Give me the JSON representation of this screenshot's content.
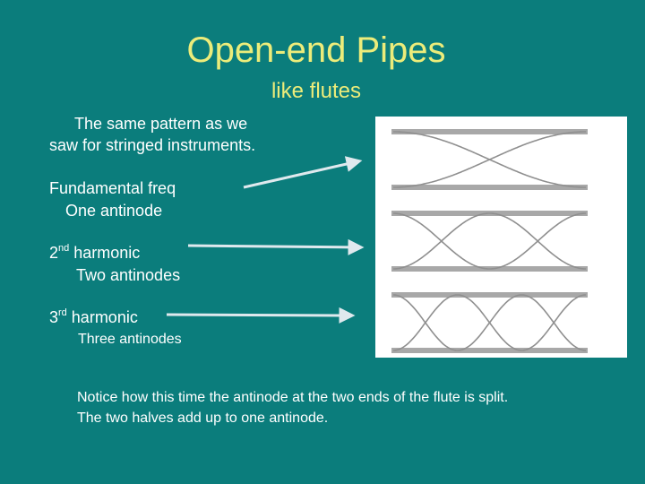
{
  "slide": {
    "title": "Open-end Pipes",
    "subtitle": "like flutes",
    "intro_line1": "The same pattern as we",
    "intro_line2": "saw for stringed instruments.",
    "fundamental_line1": "Fundamental freq",
    "fundamental_line2": "One antinode",
    "second_num": "2",
    "second_sup": "nd",
    "second_word": " harmonic",
    "second_line2": "Two antinodes",
    "third_num": "3",
    "third_sup": "rd",
    "third_word": " harmonic",
    "third_line2": "Three antinodes",
    "notice_line1": "Notice how this time the antinode at the two ends of the flute is split.",
    "notice_line2": "The two halves add up to one antinode."
  },
  "colors": {
    "background": "#0b7d7c",
    "title": "#ecec7a",
    "text": "#ffffff",
    "arrow": "#dfe9ee",
    "panel": "#ffffff",
    "pipe_wall": "#a8a8a8",
    "wave": "#8f8f8f"
  },
  "diagram": {
    "pipes": [
      {
        "harmonic": 1,
        "antinodes": 1
      },
      {
        "harmonic": 2,
        "antinodes": 2
      },
      {
        "harmonic": 3,
        "antinodes": 3
      }
    ]
  }
}
